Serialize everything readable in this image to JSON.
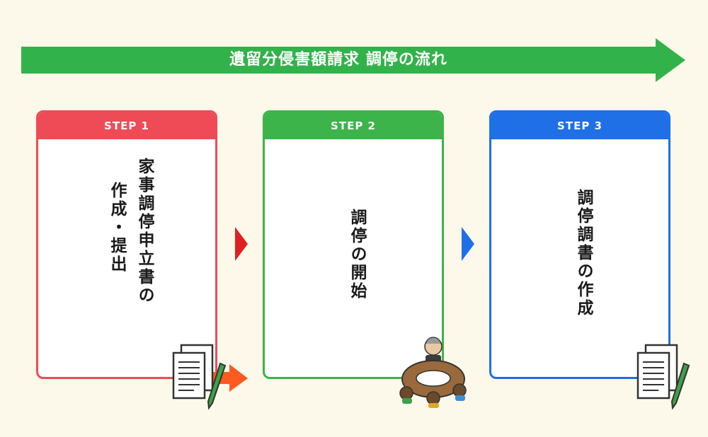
{
  "banner": {
    "title": "遺留分侵害額請求 調停の流れ"
  },
  "steps": [
    {
      "label": "STEP 1",
      "lines": [
        "家事調停申立書の",
        "作成・提出"
      ]
    },
    {
      "label": "STEP 2",
      "lines": [
        "調停の開始"
      ]
    },
    {
      "label": "STEP 3",
      "lines": [
        "調停調書の作成"
      ]
    }
  ],
  "icons": {
    "banner_arrow": "right-arrow",
    "step1_to_step2": "red-chevron-right",
    "step2_to_step3": "blue-chevron-right",
    "document_pen": "document-with-pen-icon",
    "mediation_table": "mediation-meeting-icon"
  },
  "colors": {
    "background": "#fdf9ea",
    "banner": "#32b24a",
    "step1": "#ee4b57",
    "step2": "#3cb44a",
    "step3": "#1f6fe6",
    "orange_arrow": "#ff5a1f"
  }
}
